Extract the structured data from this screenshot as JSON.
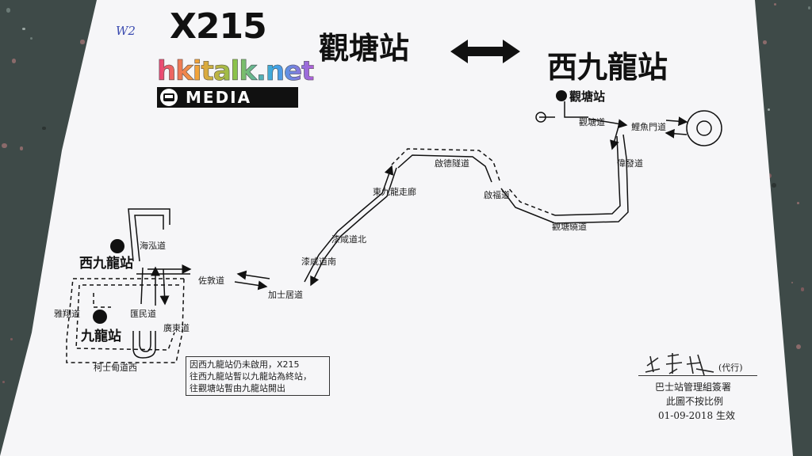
{
  "header": {
    "handwritten_note": "W2",
    "route_number": "X215",
    "terminus_a": "觀塘站",
    "terminus_b": "西九龍站"
  },
  "watermark": {
    "site": "hkitalk.net",
    "media": "MEDIA"
  },
  "stations": {
    "kwun_tong": "觀塘站",
    "west_kowloon": "西九龍站",
    "kowloon": "九龍站"
  },
  "streets": {
    "kwun_tong_road": "觀塘道",
    "lei_yue_mun_road": "鯉魚門道",
    "wai_fat_road": "偉發道",
    "kwun_tong_bypass": "觀塘繞道",
    "tun_fuk_road": "啟福道",
    "tate_tunnel": "啟德隧道",
    "east_kowloon_corridor": "東九龍走廊",
    "waterloo_road_north": "漆咸道北",
    "waterloo_road_south": "漆咸道南",
    "gascoigne_road": "加士居道",
    "jordan_road": "佐敦道",
    "hoi_wang_road": "海泓道",
    "wui_man_road": "匯民道",
    "canton_road": "廣東道",
    "nga_cheung_road": "雅翔道",
    "austin_road_west": "柯士甸道西"
  },
  "notice": {
    "line1": "因西九龍站仍未啟用，X215",
    "line2": "往西九龍站暫以九龍站為終站，",
    "line3": "往觀塘站暫由九龍站開出"
  },
  "footer": {
    "signature_role": "(代行)",
    "department": "巴士站管理組簽署",
    "scale_note": "此圖不按比例",
    "effective": "01-09-2018 生效"
  },
  "colors": {
    "background": "#3e4a48",
    "paper": "#f6f6f8",
    "ink": "#111111",
    "handwriting": "#3b4bb0"
  }
}
